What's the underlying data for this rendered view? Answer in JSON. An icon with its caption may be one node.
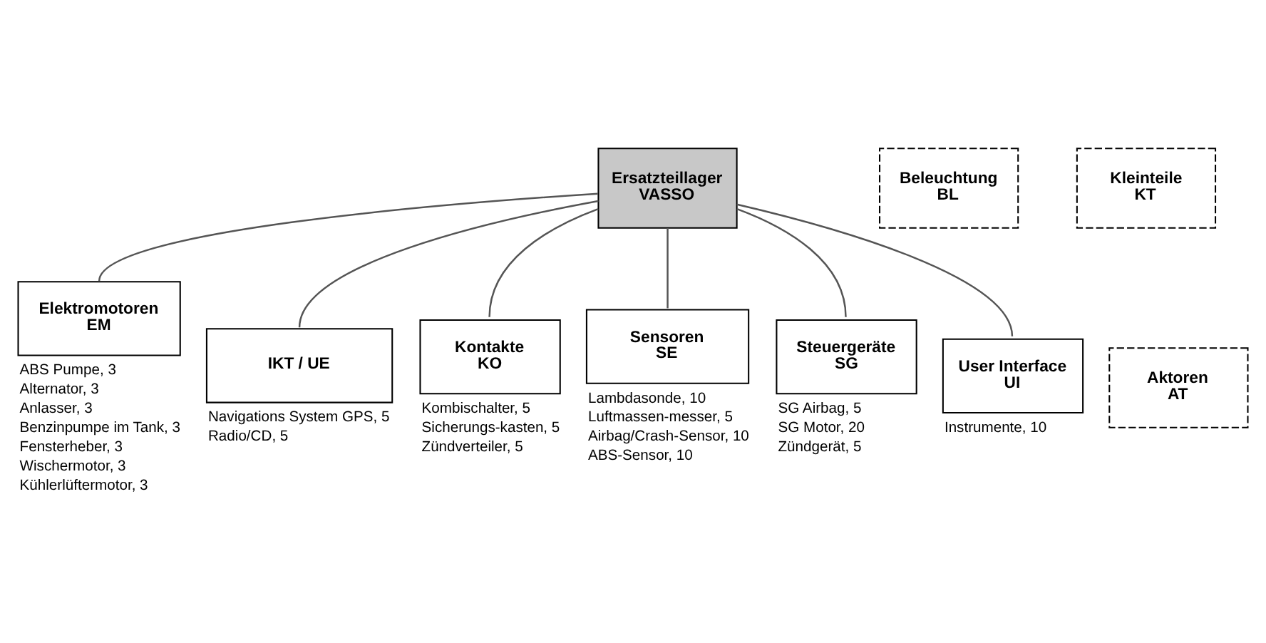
{
  "diagram": {
    "nodes": [
      {
        "text": [
          "Ersatzteillager",
          "VASSO"
        ]
      },
      {
        "text": [
          "Beleuchtung",
          "BL"
        ]
      },
      {
        "text": [
          "Kleinteile",
          "KT"
        ]
      },
      {
        "text": [
          "Aktoren",
          "AT"
        ]
      },
      {
        "text": [
          "Elektromotoren",
          "EM"
        ],
        "beside": [
          "ABS Pumpe, 3",
          "Alternator, 3",
          "Anlasser, 3",
          "Benzinpumpe im Tank, 3",
          "Fensterheber, 3",
          "Wischermotor, 3",
          "Kühlerlüftermotor, 3"
        ]
      },
      {
        "text": [
          "IKT / UE"
        ],
        "beside": [
          "Navigations System GPS, 5",
          "Radio/CD, 5"
        ]
      },
      {
        "text": [
          "Kontakte",
          "KO"
        ],
        "beside": [
          "Kombischalter, 5",
          "Sicherungs-kasten, 5",
          "Zündverteiler, 5"
        ]
      },
      {
        "text": [
          "Sensoren",
          "SE"
        ],
        "beside": [
          "Lambdasonde, 10",
          "Luftmassen-messer, 5",
          "Airbag/Crash-Sensor, 10",
          "ABS-Sensor, 10"
        ]
      },
      {
        "text": [
          "Steuergeräte",
          "SG"
        ],
        "beside": [
          "SG Airbag, 5",
          "SG Motor, 20",
          "Zündgerät, 5"
        ]
      },
      {
        "text": [
          "User Interface",
          "UI"
        ],
        "beside": [
          "Instrumente, 10"
        ]
      }
    ],
    "edges": [
      {
        "from": 0,
        "to": 4,
        "arrow": "none"
      },
      {
        "from": 0,
        "to": 5,
        "arrow": "none"
      },
      {
        "from": 0,
        "to": 6,
        "arrow": "none"
      },
      {
        "from": 0,
        "to": 7,
        "arrow": "none"
      },
      {
        "from": 0,
        "to": 8,
        "arrow": "none"
      },
      {
        "from": 0,
        "to": 9,
        "arrow": "none"
      }
    ]
  }
}
